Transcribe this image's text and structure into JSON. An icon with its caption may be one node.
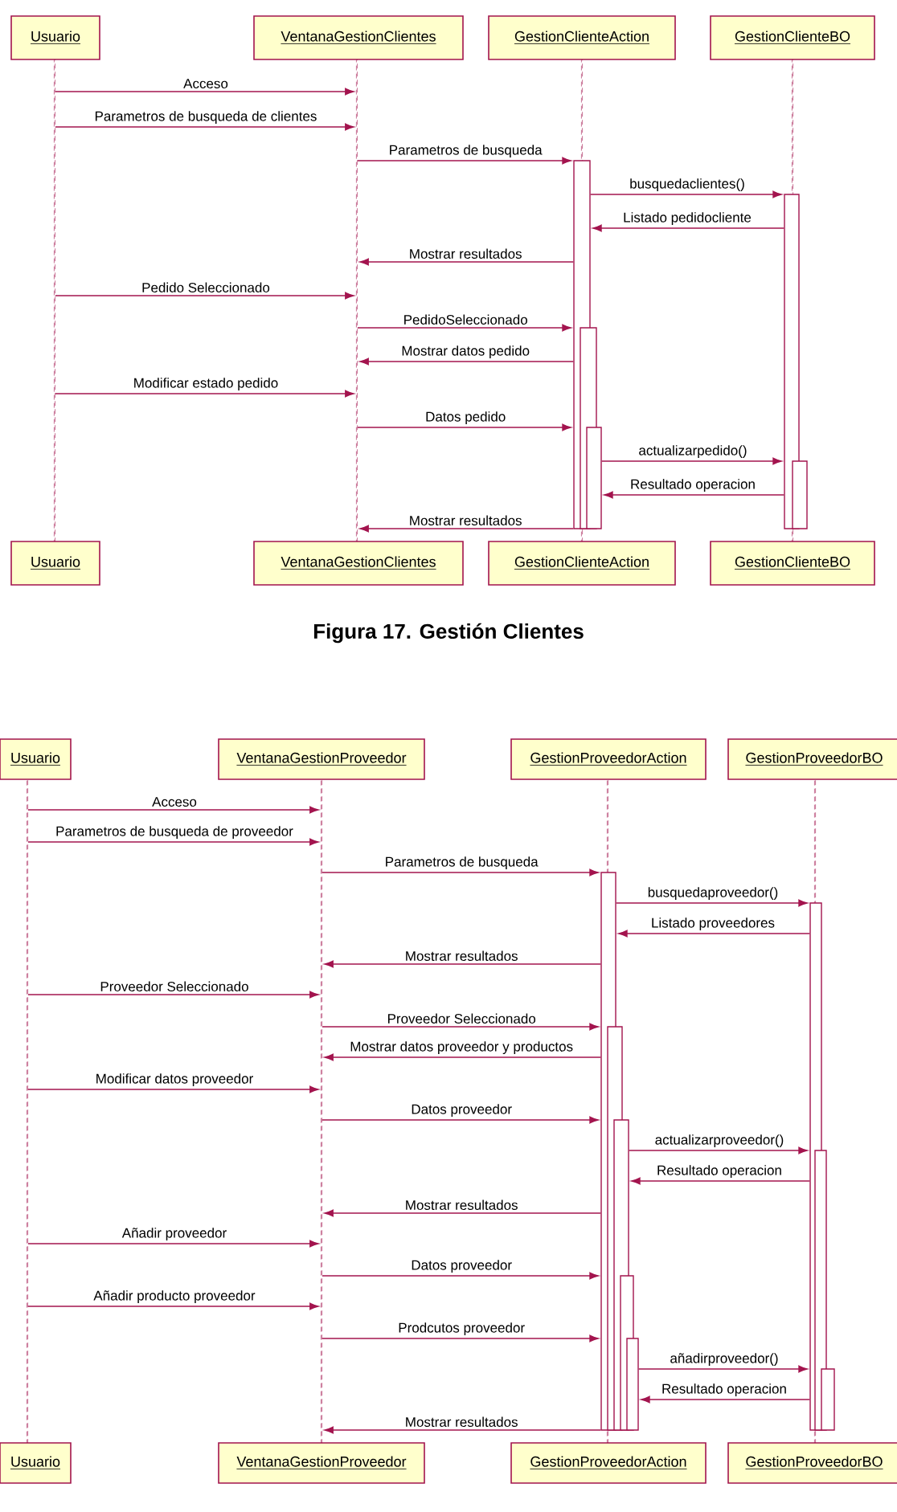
{
  "diagram": {
    "caption": "Figura 17. Gestión Clientes",
    "nodes": [
      {
        "text": [
          "Usuario"
        ]
      },
      {
        "text": [
          "VentanaGestionClientes"
        ]
      },
      {
        "text": [
          "GestionClienteAction"
        ]
      },
      {
        "text": [
          "GestionClienteBO"
        ]
      },
      {
        "text": [
          "Usuario"
        ]
      },
      {
        "text": [
          "VentanaGestionClientes"
        ]
      },
      {
        "text": [
          "GestionClienteAction"
        ]
      },
      {
        "text": [
          "GestionClienteBO"
        ]
      },
      {
        "text": [
          "Usuario"
        ]
      },
      {
        "text": [
          "VentanaGestionProveedor"
        ]
      },
      {
        "text": [
          "GestionProveedorAction"
        ]
      },
      {
        "text": [
          "GestionProveedorBO"
        ]
      },
      {
        "text": [
          "Usuario"
        ]
      },
      {
        "text": [
          "VentanaGestionProveedor"
        ]
      },
      {
        "text": [
          "GestionProveedorAction"
        ]
      },
      {
        "text": [
          "GestionProveedorBO"
        ]
      },
      {
        "text": [],
        "shape": "line"
      },
      {
        "text": [],
        "shape": "line"
      },
      {
        "text": [],
        "shape": "line"
      },
      {
        "text": [],
        "shape": "line"
      },
      {
        "text": [],
        "shape": "bar"
      },
      {
        "text": [],
        "shape": "bar"
      },
      {
        "text": [],
        "shape": "bar"
      },
      {
        "text": [],
        "shape": "bar"
      },
      {
        "text": [],
        "shape": "bar"
      },
      {
        "text": [],
        "shape": "line"
      },
      {
        "text": [],
        "shape": "line"
      },
      {
        "text": [],
        "shape": "line"
      },
      {
        "text": [],
        "shape": "line"
      },
      {
        "text": [],
        "shape": "bar"
      },
      {
        "text": [],
        "shape": "bar"
      },
      {
        "text": [],
        "shape": "bar"
      },
      {
        "text": [],
        "shape": "bar"
      },
      {
        "text": [],
        "shape": "bar"
      },
      {
        "text": [],
        "shape": "bar"
      },
      {
        "text": [],
        "shape": "bar"
      },
      {
        "text": [],
        "shape": "bar"
      }
    ],
    "edges": [
      {
        "from": 16,
        "to": 17,
        "arrow": "to",
        "label": "Acceso"
      },
      {
        "from": 16,
        "to": 17,
        "arrow": "to",
        "label": "Parametros de busqueda de clientes"
      },
      {
        "from": 17,
        "to": 20,
        "arrow": "to",
        "label": "Parametros de busqueda"
      },
      {
        "from": 20,
        "to": 23,
        "arrow": "to",
        "label": "busquedaclientes()"
      },
      {
        "from": 23,
        "to": 20,
        "arrow": "to",
        "label": "Listado pedidocliente"
      },
      {
        "from": 20,
        "to": 17,
        "arrow": "to",
        "label": "Mostrar resultados"
      },
      {
        "from": 16,
        "to": 17,
        "arrow": "to",
        "label": "Pedido Seleccionado"
      },
      {
        "from": 17,
        "to": 20,
        "arrow": "to",
        "label": "PedidoSeleccionado"
      },
      {
        "from": 20,
        "to": 17,
        "arrow": "to",
        "label": "Mostrar datos pedido"
      },
      {
        "from": 16,
        "to": 17,
        "arrow": "to",
        "label": "Modificar estado pedido"
      },
      {
        "from": 17,
        "to": 20,
        "arrow": "to",
        "label": "Datos pedido"
      },
      {
        "from": 22,
        "to": 23,
        "arrow": "to",
        "label": "actualizarpedido()"
      },
      {
        "from": 23,
        "to": 22,
        "arrow": "to",
        "label": "Resultado operacion"
      },
      {
        "from": 20,
        "to": 17,
        "arrow": "to",
        "label": "Mostrar resultados"
      },
      {
        "from": 25,
        "to": 26,
        "arrow": "to",
        "label": "Acceso"
      },
      {
        "from": 25,
        "to": 26,
        "arrow": "to",
        "label": "Parametros de busqueda de proveedor"
      },
      {
        "from": 26,
        "to": 29,
        "arrow": "to",
        "label": "Parametros de busqueda"
      },
      {
        "from": 29,
        "to": 34,
        "arrow": "to",
        "label": "busquedaproveedor()"
      },
      {
        "from": 34,
        "to": 29,
        "arrow": "to",
        "label": "Listado proveedores"
      },
      {
        "from": 29,
        "to": 26,
        "arrow": "to",
        "label": "Mostrar resultados"
      },
      {
        "from": 25,
        "to": 26,
        "arrow": "to",
        "label": "Proveedor Seleccionado"
      },
      {
        "from": 26,
        "to": 29,
        "arrow": "to",
        "label": "Proveedor Seleccionado"
      },
      {
        "from": 29,
        "to": 26,
        "arrow": "to",
        "label": "Mostrar datos proveedor y productos"
      },
      {
        "from": 25,
        "to": 26,
        "arrow": "to",
        "label": "Modificar datos proveedor"
      },
      {
        "from": 26,
        "to": 29,
        "arrow": "to",
        "label": "Datos proveedor"
      },
      {
        "from": 31,
        "to": 34,
        "arrow": "to",
        "label": "actualizarproveedor()"
      },
      {
        "from": 34,
        "to": 31,
        "arrow": "to",
        "label": "Resultado operacion"
      },
      {
        "from": 29,
        "to": 26,
        "arrow": "to",
        "label": "Mostrar resultados"
      },
      {
        "from": 25,
        "to": 26,
        "arrow": "to",
        "label": "Añadir proveedor"
      },
      {
        "from": 26,
        "to": 29,
        "arrow": "to",
        "label": "Datos proveedor"
      },
      {
        "from": 25,
        "to": 26,
        "arrow": "to",
        "label": "Añadir producto proveedor"
      },
      {
        "from": 26,
        "to": 29,
        "arrow": "to",
        "label": "Prodcutos proveedor"
      },
      {
        "from": 33,
        "to": 34,
        "arrow": "to",
        "label": "añadirproveedor()"
      },
      {
        "from": 34,
        "to": 33,
        "arrow": "to",
        "label": "Resultado operacion"
      },
      {
        "from": 29,
        "to": 26,
        "arrow": "to",
        "label": "Mostrar resultados"
      }
    ]
  }
}
